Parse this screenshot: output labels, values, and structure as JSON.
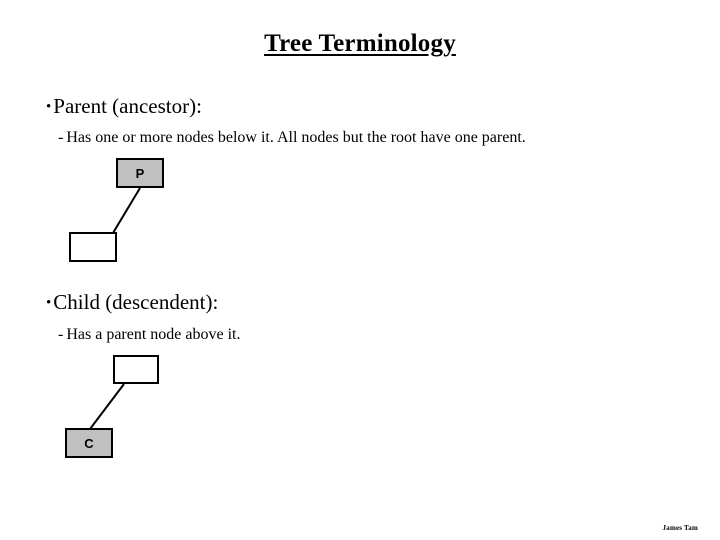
{
  "slide": {
    "title": "Tree Terminology",
    "background_color": "#ffffff",
    "text_color": "#000000"
  },
  "content": {
    "bullets": [
      {
        "bullet_glyph": "•",
        "text": "Parent (ancestor):",
        "sub": {
          "dash_glyph": "-",
          "text": "Has one or more nodes below it.  All nodes but the root have one parent."
        }
      },
      {
        "bullet_glyph": "•",
        "text": "Child (descendent):",
        "sub": {
          "dash_glyph": "-",
          "text": "Has a parent node above it."
        }
      }
    ]
  },
  "diagram": {
    "fill_color": "#c0c0c0",
    "stroke_color": "#000000",
    "empty_color": "#ffffff",
    "parent_example": {
      "parent_node_label": "P",
      "child_node_label": ""
    },
    "child_example": {
      "parent_node_label": "",
      "child_node_label": "C"
    }
  },
  "footer": {
    "credit": "James Tam"
  }
}
